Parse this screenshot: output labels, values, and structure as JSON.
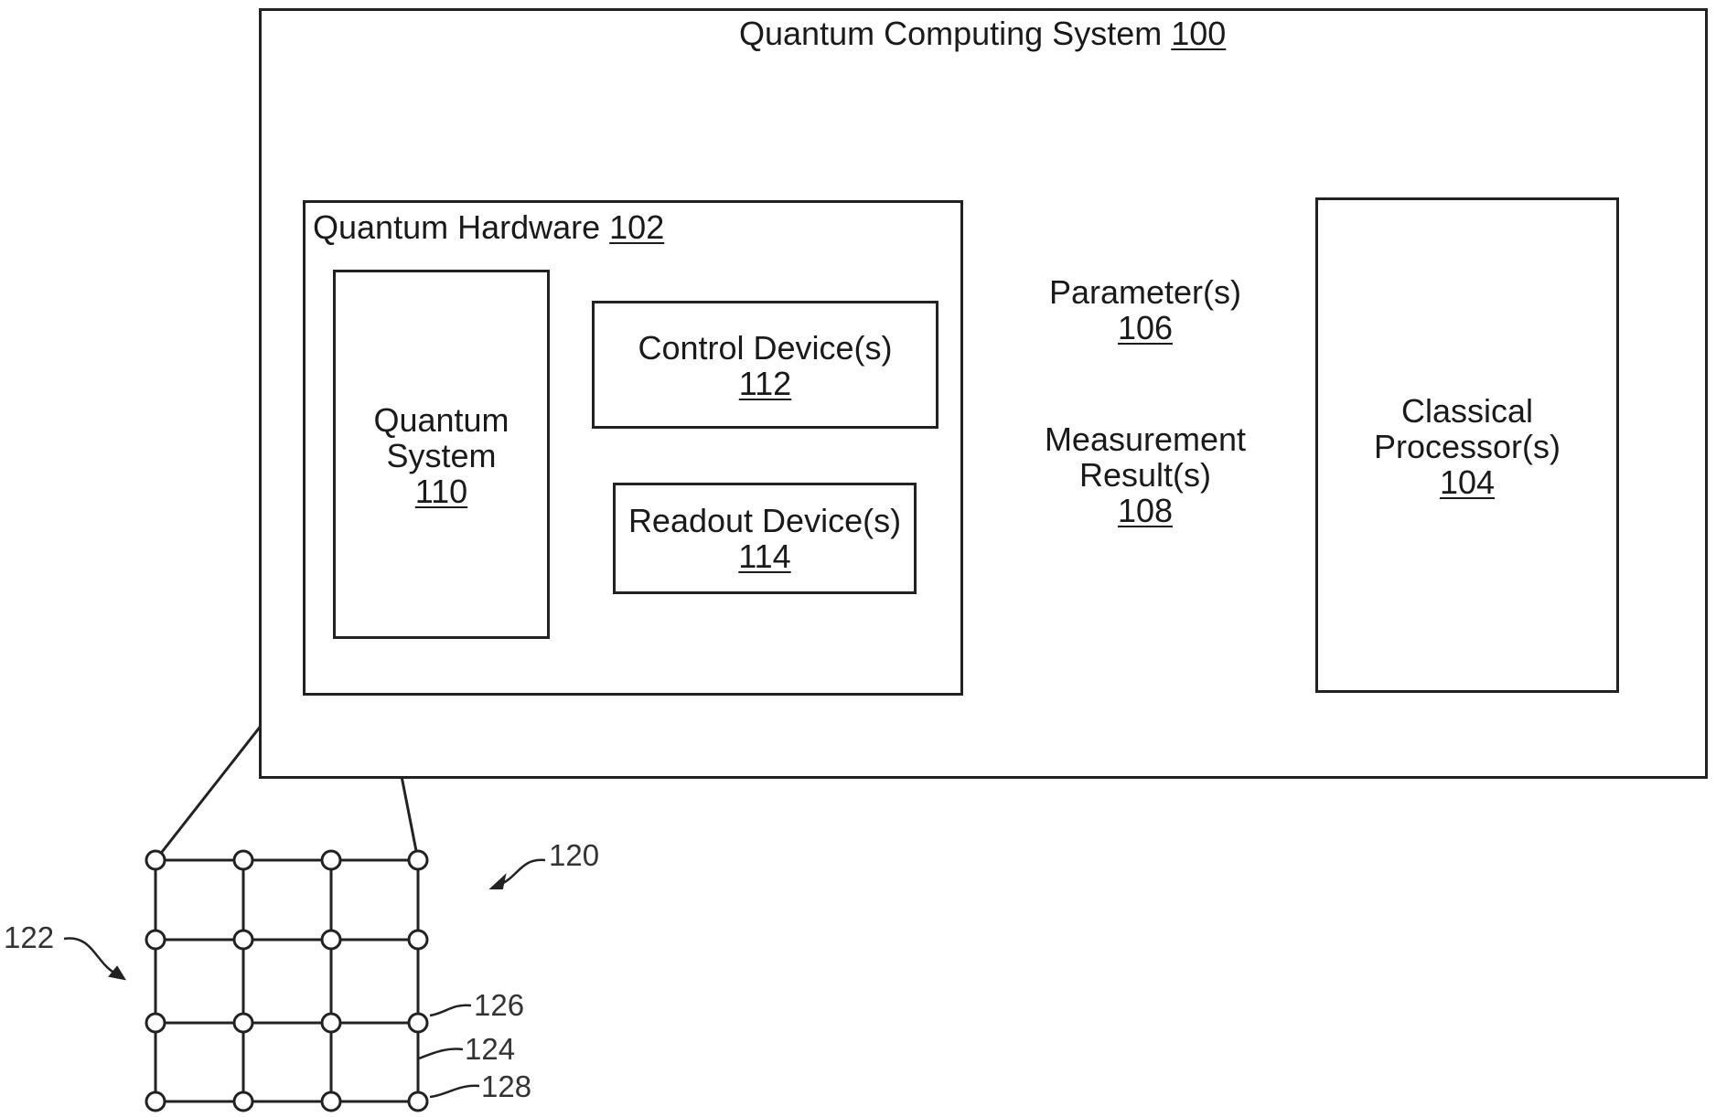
{
  "system": {
    "title": "Quantum Computing System",
    "ref": "100"
  },
  "hardware": {
    "title": "Quantum Hardware",
    "ref": "102"
  },
  "quantum_system": {
    "line1": "Quantum",
    "line2": "System",
    "ref": "110"
  },
  "control": {
    "label": "Control Device(s)",
    "ref": "112"
  },
  "readout": {
    "label": "Readout Device(s)",
    "ref": "114"
  },
  "classical": {
    "line1": "Classical",
    "line2": "Processor(s)",
    "ref": "104"
  },
  "parameters": {
    "label": "Parameter(s)",
    "ref": "106"
  },
  "measurement": {
    "line1": "Measurement",
    "line2": "Result(s)",
    "ref": "108"
  },
  "grid_labels": {
    "lattice": "120",
    "grid": "122",
    "node": "126",
    "edge": "124",
    "corner": "128"
  }
}
